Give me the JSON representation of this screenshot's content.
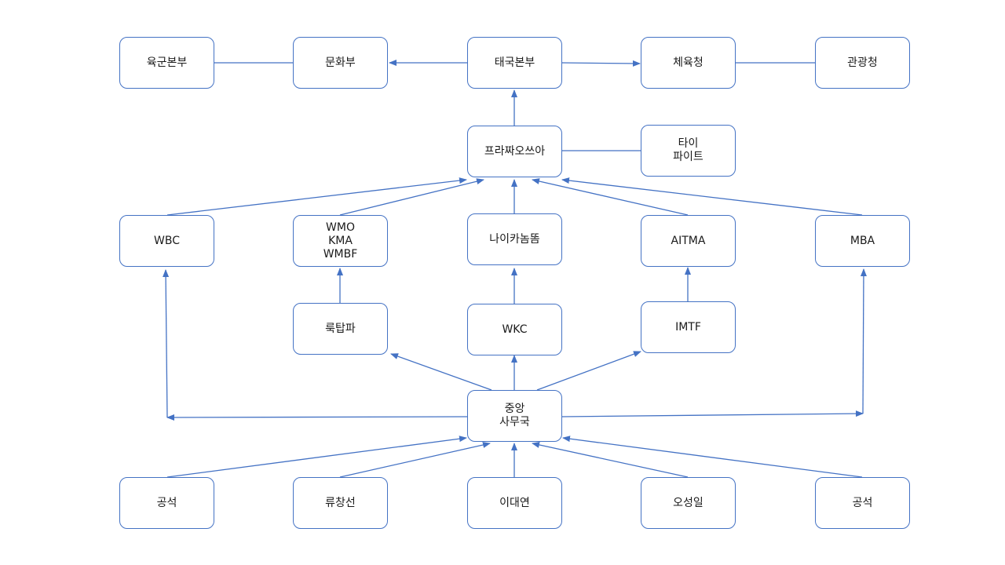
{
  "colors": {
    "line": "#4472c4",
    "box_border": "#4472c4",
    "text": "#1a1a1a"
  },
  "nodes": {
    "n1": "육군본부",
    "n2": "문화부",
    "n3": "태국본부",
    "n4": "체육청",
    "n5": "관광청",
    "n6": "프라짜오쓰아",
    "n7": "타이\n파이트",
    "n8": "WBC",
    "n9": "WMO\nKMA\nWMBF",
    "n10": "나이카놈똠",
    "n11": "AITMA",
    "n12": "MBA",
    "n13": "룩탑파",
    "n14": "WKC",
    "n15": "IMTF",
    "n16": "중앙\n사무국",
    "n17": "공석",
    "n18": "류창선",
    "n19": "이대연",
    "n20": "오성일",
    "n21": "공석"
  }
}
